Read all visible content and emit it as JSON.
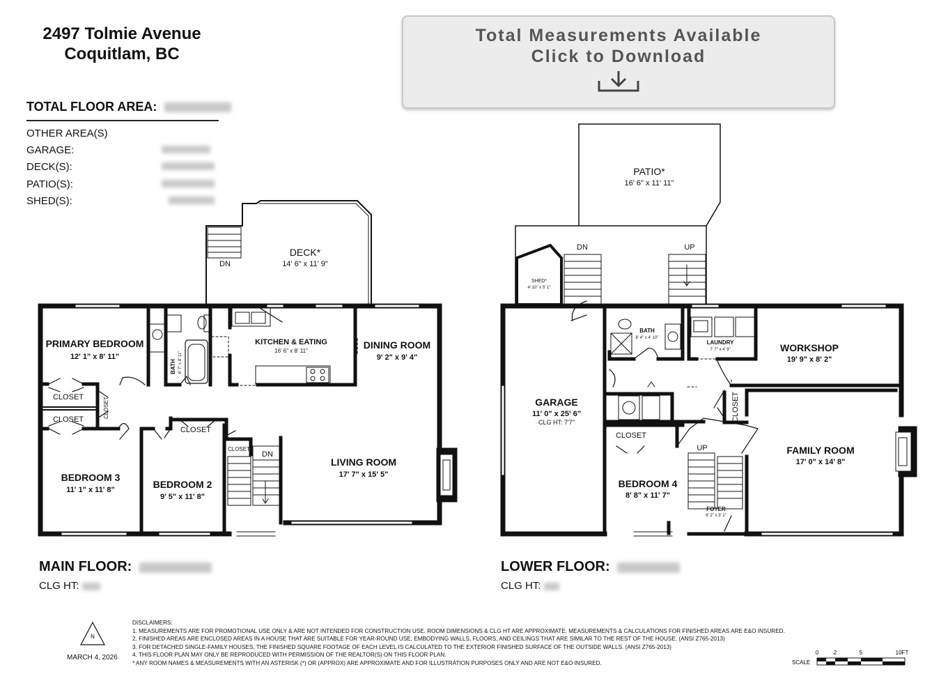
{
  "address": {
    "line1": "2497 Tolmie Avenue",
    "line2": "Coquitlam, BC"
  },
  "download_panel": {
    "line1": "Total Measurements Available",
    "line2": "Click to Download"
  },
  "areas": {
    "total_label": "TOTAL FLOOR AREA:",
    "other_label": "OTHER AREA(S)",
    "rows": [
      {
        "label": "GARAGE:"
      },
      {
        "label": "DECK(S):"
      },
      {
        "label": "PATIO(S):"
      },
      {
        "label": "SHED(S):"
      }
    ]
  },
  "main_floor": {
    "label": "MAIN FLOOR:",
    "clg_label": "CLG HT:",
    "rooms": {
      "deck": {
        "name": "DECK*",
        "dim": "14' 6\" x 11' 9\""
      },
      "primary": {
        "name": "PRIMARY BEDROOM",
        "dim": "12' 1\" x 8' 11\""
      },
      "bath": {
        "name": "BATH",
        "dim": "6' 7\" x 8' 11\""
      },
      "kitchen": {
        "name": "KITCHEN & EATING",
        "dim": "16' 6\" x 8' 11\""
      },
      "dining": {
        "name": "DINING ROOM",
        "dim": "9' 2\" x 9' 4\""
      },
      "closet1": {
        "name": "CLOSET"
      },
      "closet2": {
        "name": "CLOSET"
      },
      "closet3": {
        "name": "CLOSET"
      },
      "closet4": {
        "name": "CLOSET"
      },
      "closet5": {
        "name": "CLOSET"
      },
      "bed3": {
        "name": "BEDROOM 3",
        "dim": "11' 1\" x 11' 8\""
      },
      "bed2": {
        "name": "BEDROOM 2",
        "dim": "9' 5\" x 11' 8\""
      },
      "living": {
        "name": "LIVING ROOM",
        "dim": "17' 7\" x 15' 5\""
      },
      "dn1": "DN",
      "dn2": "DN"
    }
  },
  "lower_floor": {
    "label": "LOWER FLOOR:",
    "clg_label": "CLG HT:",
    "rooms": {
      "patio": {
        "name": "PATIO*",
        "dim": "16' 6\" x 11' 11\""
      },
      "shed": {
        "name": "SHED*",
        "dim": "4' 10\" x 5' 1\""
      },
      "garage": {
        "name": "GARAGE",
        "dim": "11' 0\" x 25' 6\"",
        "clg": "CLG HT:  7'7\""
      },
      "bath": {
        "name": "BATH",
        "dim": "8' 4\" x 4' 10\""
      },
      "laundry": {
        "name": "LAUNDRY",
        "dim": "7' 7\" x 4' 9\""
      },
      "workshop": {
        "name": "WORKSHOP",
        "dim": "19' 9\" x 8' 2\""
      },
      "closet1": {
        "name": "CLOSET"
      },
      "closet2": {
        "name": "CLOSET"
      },
      "bed4": {
        "name": "BEDROOM 4",
        "dim": "8' 8\" x 11' 7\""
      },
      "family": {
        "name": "FAMILY ROOM",
        "dim": "17' 0\" x 14' 8\""
      },
      "foyer": {
        "name": "FOYER",
        "dim": "6' 2\" x 3' 1\""
      },
      "dn": "DN",
      "up1": "UP",
      "up2": "UP"
    }
  },
  "footer": {
    "north": "N",
    "date": "MARCH 4, 2026",
    "disclaimer_title": "DISCLAIMERS:",
    "disclaimers": [
      "1. MEASUREMENTS ARE FOR PROMOTIONAL USE ONLY & ARE NOT INTENDED FOR CONSTRUCTION USE. ROOM DIMENSIONS & CLG HT ARE APPROXIMATE. MEASUREMENTS & CALCULATIONS FOR FINISHED AREAS ARE E&O INSURED.",
      "2. FINISHED AREAS ARE ENCLOSED AREAS IN A HOUSE THAT ARE SUITABLE FOR YEAR-ROUND USE, EMBODYING WALLS, FLOORS, AND CEILINGS THAT ARE SIMILAR TO THE REST OF THE HOUSE. (ANSI Z765-2013)",
      "3. FOR DETACHED SINGLE-FAMILY HOUSES, THE FINISHED SQUARE FOOTAGE OF EACH LEVEL IS CALCULATED TO THE EXTERIOR FINISHED SURFACE OF THE OUTSIDE WALLS. (ANSI Z765-2013)",
      "4. THIS FLOOR PLAN MAY ONLY BE REPRODUCED WITH PERMISSION OF THE REALTOR(S) ON THIS FLOOR PLAN.",
      "* ANY ROOM NAMES & MEASUREMENTS WITH AN ASTERISK (*) OR (APPROX) ARE APPROXIMATE AND FOR ILLUSTRATION PURPOSES ONLY AND ARE NOT E&O INSURED."
    ],
    "scale_label": "SCALE",
    "scale_ticks": [
      "0",
      "2",
      "5",
      "10FT"
    ]
  }
}
